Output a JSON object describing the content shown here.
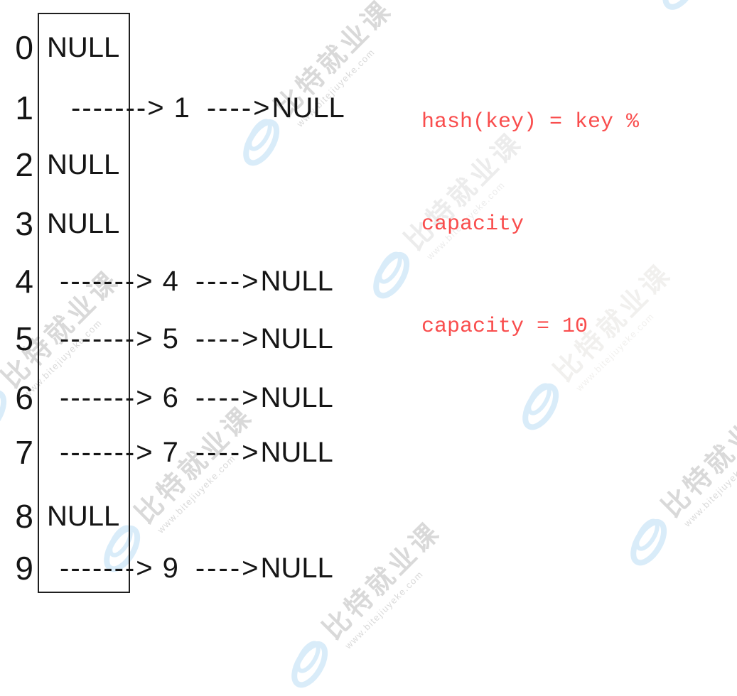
{
  "diagram_type": "hash-table-separate-chaining",
  "colors": {
    "text": "#151515",
    "box_border": "#1f1f1f",
    "annotation_red": "#f94d4d",
    "watermark_gray": "#d9d9d9",
    "watermark_faint": "#ececec",
    "watermark_xfaint": "#f1f0ee",
    "watermark_logo_blue": "#d9ecf9"
  },
  "hash_table": {
    "capacity": "10",
    "buckets": [
      {
        "index": "0",
        "state": "empty",
        "cell_text": "NULL"
      },
      {
        "index": "1",
        "state": "chain",
        "arrow_head": "------->",
        "node_value": "1",
        "arrow_tail": "---->",
        "terminator": "NULL"
      },
      {
        "index": "2",
        "state": "empty",
        "cell_text": "NULL"
      },
      {
        "index": "3",
        "state": "empty",
        "cell_text": "NULL"
      },
      {
        "index": "4",
        "state": "chain",
        "arrow_head": "------->",
        "node_value": "4",
        "arrow_tail": "---->",
        "terminator": "NULL"
      },
      {
        "index": "5",
        "state": "chain",
        "arrow_head": "------->",
        "node_value": "5",
        "arrow_tail": "---->",
        "terminator": "NULL"
      },
      {
        "index": "6",
        "state": "chain",
        "arrow_head": "------->",
        "node_value": "6",
        "arrow_tail": "---->",
        "terminator": "NULL"
      },
      {
        "index": "7",
        "state": "chain",
        "arrow_head": "------->",
        "node_value": "7",
        "arrow_tail": "---->",
        "terminator": "NULL"
      },
      {
        "index": "8",
        "state": "empty",
        "cell_text": "NULL"
      },
      {
        "index": "9",
        "state": "chain",
        "arrow_head": "------->",
        "node_value": "9",
        "arrow_tail": "---->",
        "terminator": "NULL"
      }
    ]
  },
  "annotation": {
    "lines": [
      "hash(key) = key %",
      "capacity",
      "capacity = 10"
    ]
  },
  "watermark": {
    "brand_cn": "比特就业课",
    "brand_url": "www.bitejiuyeke.com",
    "logo": "double-ellipse-brand-logo",
    "logo_color": "#d9ecf9"
  }
}
